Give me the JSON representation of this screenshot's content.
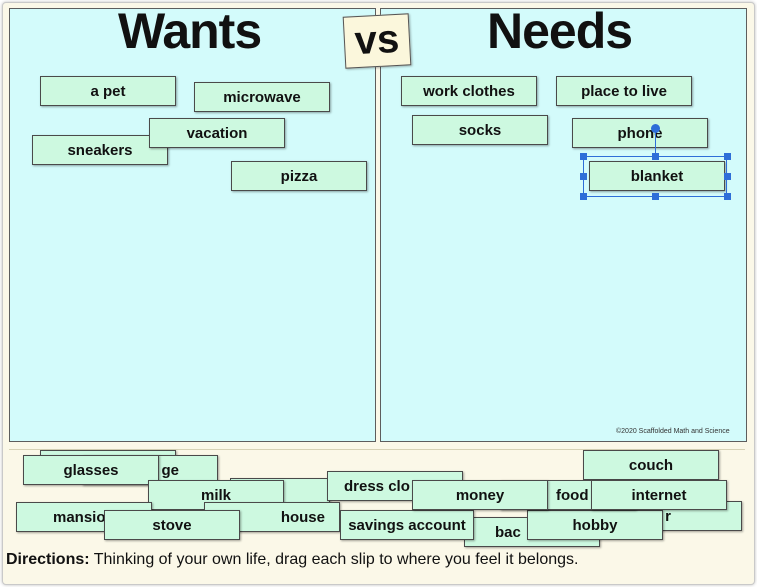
{
  "headings": {
    "wants": "Wants",
    "vs": "vs",
    "needs": "Needs"
  },
  "wants_slips": [
    "a pet",
    "microwave",
    "vacation",
    "sneakers",
    "pizza"
  ],
  "needs_slips": [
    "work clothes",
    "place to live",
    "socks",
    "phone",
    "blanket"
  ],
  "tray_slips": {
    "couch": "couch",
    "internet": "internet",
    "money": "money",
    "food": "food",
    "dress": "dress clo",
    "glasses": "glasses",
    "ge": "ge",
    "milk": "milk",
    "mansion": "mansio",
    "stove": "stove",
    "house": "house",
    "savings": "savings account",
    "hobby": "hobby",
    "backpack": "bac",
    "r": "r"
  },
  "copyright": "©2020 Scaffolded Math and Science",
  "directions": {
    "label": "Directions:",
    "text": " Thinking of your own life, drag each slip to where you feel it belongs."
  },
  "colors": {
    "panel": "#d3fbfb",
    "slip": "#cdf9e0",
    "background": "#fbf8e8",
    "selection": "#2e6ed8"
  }
}
